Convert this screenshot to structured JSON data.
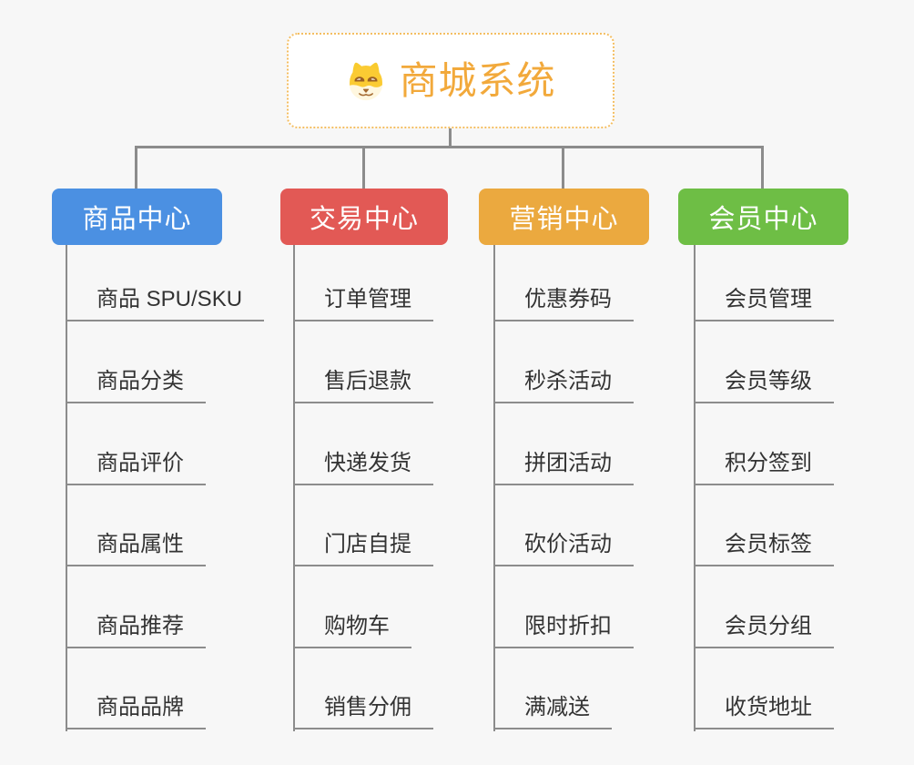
{
  "root": {
    "label": "商城系统",
    "icon": "dog-face-icon"
  },
  "branches": [
    {
      "title": "商品中心",
      "color": "#4B90E2",
      "children": [
        "商品 SPU/SKU",
        "商品分类",
        "商品评价",
        "商品属性",
        "商品推荐",
        "商品品牌"
      ]
    },
    {
      "title": "交易中心",
      "color": "#E25955",
      "children": [
        "订单管理",
        "售后退款",
        "快递发货",
        "门店自提",
        "购物车",
        "销售分佣"
      ]
    },
    {
      "title": "营销中心",
      "color": "#EBA93F",
      "children": [
        "优惠券码",
        "秒杀活动",
        "拼团活动",
        "砍价活动",
        "限时折扣",
        "满减送"
      ]
    },
    {
      "title": "会员中心",
      "color": "#6EBE45",
      "children": [
        "会员管理",
        "会员等级",
        "积分签到",
        "会员标签",
        "会员分组",
        "收货地址"
      ]
    }
  ],
  "colors": {
    "background": "#F7F7F7",
    "connector_line": "#8C8C8C",
    "root_border": "#F4BE62",
    "root_text": "#F2A93B",
    "item_text": "#333333",
    "branch_product": "#4B90E2",
    "branch_trade": "#E25955",
    "branch_marketing": "#EBA93F",
    "branch_member": "#6EBE45"
  }
}
